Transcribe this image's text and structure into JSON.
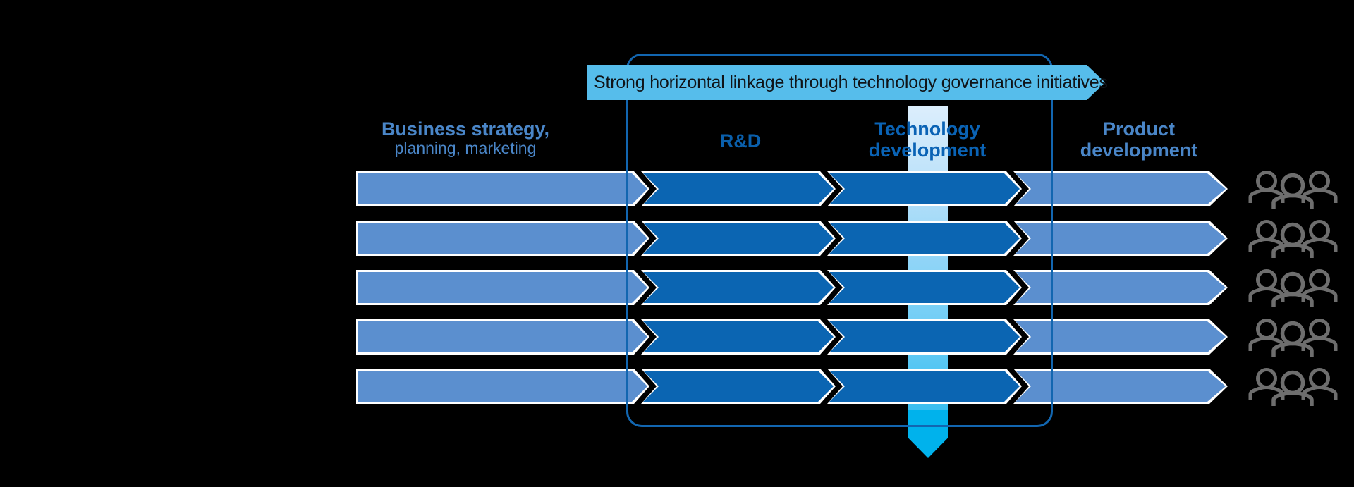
{
  "diagram": {
    "title": "Technology governance horizontal linkage diagram",
    "banner": {
      "label": "Strong horizontal linkage through technology governance initiatives",
      "color": "#56bdeb",
      "text_color": "#101418"
    },
    "frame": {
      "name": "technology-governance-scope-frame",
      "stroke_color": "#1266b0"
    },
    "vertical_band": {
      "name": "technology-development-flow-band",
      "top_color": "#dceefc",
      "bottom_color": "#36bdf0",
      "arrow_color": "#00b2ec"
    },
    "columns": [
      {
        "id": "business-strategy",
        "line1": "Business strategy,",
        "line2": "planning, marketing",
        "color": "#4a86c8",
        "bold_second_line": false
      },
      {
        "id": "rd",
        "line1": "R&D",
        "line2": "",
        "color": "#0a5fab",
        "bold_second_line": false
      },
      {
        "id": "technology-development",
        "line1": "Technology",
        "line2": "development",
        "color": "#0a63b5",
        "bold_second_line": true
      },
      {
        "id": "product-development",
        "line1": "Product",
        "line2": "development",
        "color": "#4a86c8",
        "bold_second_line": true
      }
    ],
    "rows": [
      {
        "id": "row-1",
        "segments": [
          "business-strategy",
          "rd",
          "technology-development",
          "product-development"
        ]
      },
      {
        "id": "row-2",
        "segments": [
          "business-strategy",
          "rd",
          "technology-development",
          "product-development"
        ]
      },
      {
        "id": "row-3",
        "segments": [
          "business-strategy",
          "rd",
          "technology-development",
          "product-development"
        ]
      },
      {
        "id": "row-4",
        "segments": [
          "business-strategy",
          "rd",
          "technology-development",
          "product-development"
        ]
      },
      {
        "id": "row-5",
        "segments": [
          "business-strategy",
          "rd",
          "technology-development",
          "product-development"
        ]
      }
    ],
    "segment_colors": {
      "light_blue": "#5b8fcf",
      "dark_blue": "#0b65b2",
      "outline": "#ffffff"
    },
    "people_groups": [
      {
        "id": "people-row-1",
        "icon": "people-group-icon",
        "count": 3
      },
      {
        "id": "people-row-2",
        "icon": "people-group-icon",
        "count": 3
      },
      {
        "id": "people-row-3",
        "icon": "people-group-icon",
        "count": 3
      },
      {
        "id": "people-row-4",
        "icon": "people-group-icon",
        "count": 3
      },
      {
        "id": "people-row-5",
        "icon": "people-group-icon",
        "count": 3
      }
    ],
    "people_color": "#6e6e6e"
  }
}
